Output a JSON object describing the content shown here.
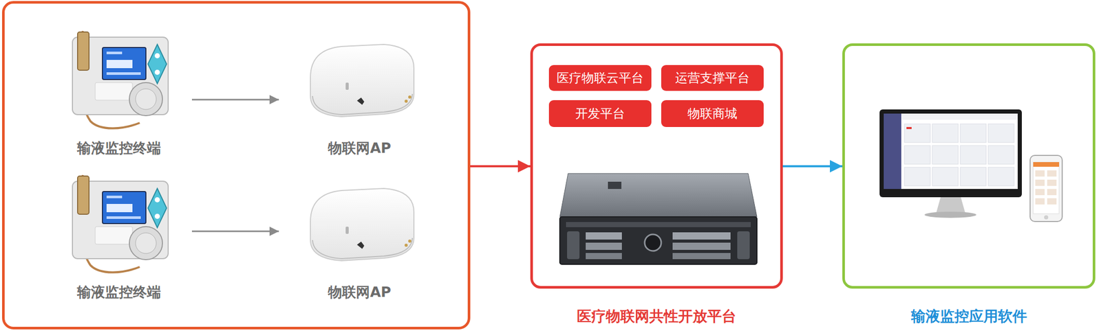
{
  "diagram": {
    "nodes": [
      {
        "text": []
      },
      {
        "text": [
          "输液监控终端"
        ],
        "in": 0
      },
      {
        "text": [
          "物联网AP"
        ],
        "in": 0
      },
      {
        "text": [
          "输液监控终端"
        ],
        "in": 0
      },
      {
        "text": [
          "物联网AP"
        ],
        "in": 0
      },
      {
        "text": [
          "医疗物联网共性开放平台"
        ]
      },
      {
        "text": [
          "医疗物联云平台"
        ],
        "in": 5
      },
      {
        "text": [
          "运营支撑平台"
        ],
        "in": 5
      },
      {
        "text": [
          "开发平台"
        ],
        "in": 5
      },
      {
        "text": [
          "物联商城"
        ],
        "in": 5
      },
      {
        "text": [
          "输液监控应用软件"
        ]
      }
    ],
    "edges": [
      {
        "from": 1,
        "to": 2,
        "arrow": "to"
      },
      {
        "from": 3,
        "to": 4,
        "arrow": "to"
      },
      {
        "from": 0,
        "to": 5,
        "arrow": "to"
      },
      {
        "from": 5,
        "to": 10,
        "arrow": "to"
      }
    ]
  }
}
